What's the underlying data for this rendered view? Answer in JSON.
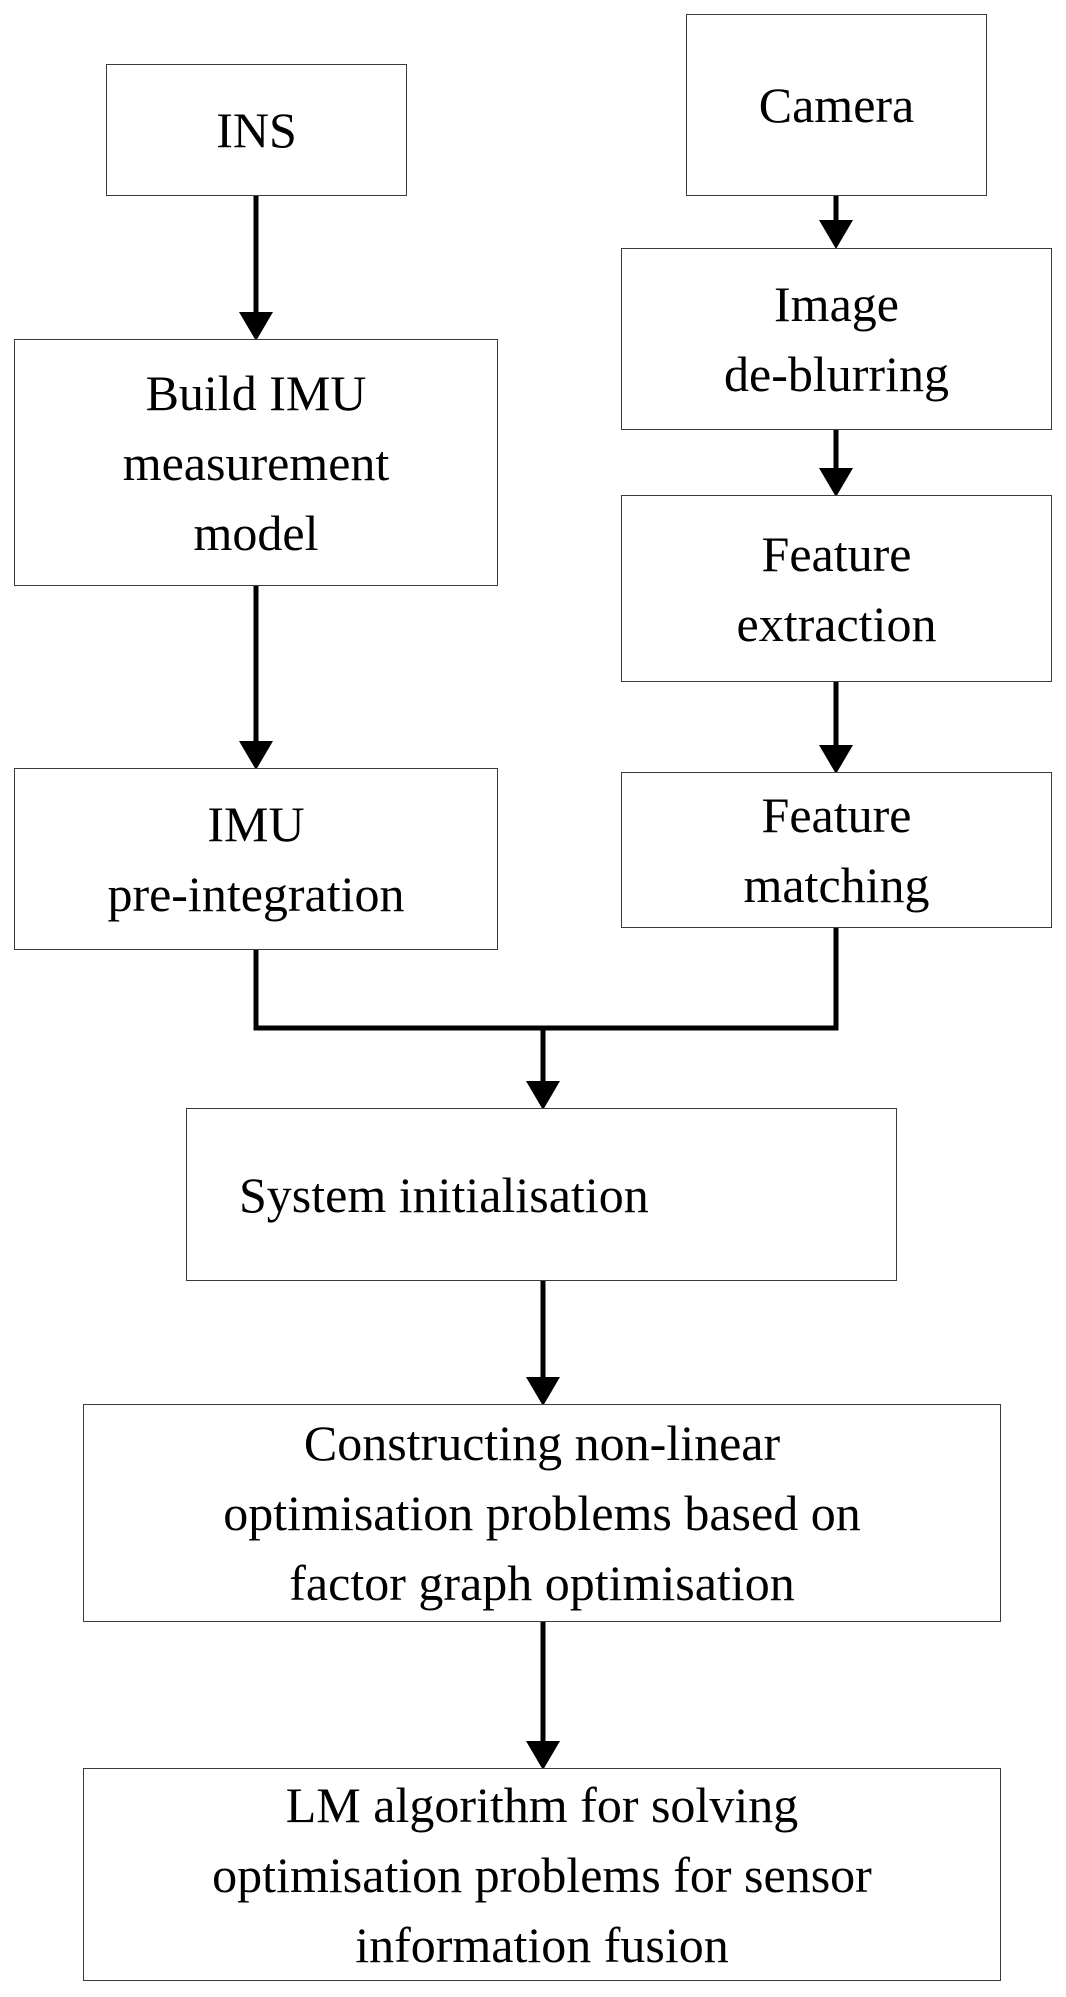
{
  "nodes": {
    "ins": [
      "INS"
    ],
    "camera": [
      "Camera"
    ],
    "build_imu": [
      "Build IMU",
      "measurement",
      "model"
    ],
    "image_deblurring": [
      "Image",
      "de-blurring"
    ],
    "feature_extraction": [
      "Feature",
      "extraction"
    ],
    "imu_preintegration": [
      "IMU",
      "pre-integration"
    ],
    "feature_matching": [
      "Feature",
      "matching"
    ],
    "system_init": [
      "System initialisation"
    ],
    "constructing": [
      "Constructing non-linear",
      "optimisation problems based on",
      "factor graph optimisation"
    ],
    "lm_algorithm": [
      "LM algorithm for solving",
      "optimisation problems for sensor",
      "information fusion"
    ]
  },
  "edges": [
    [
      "ins",
      "build_imu"
    ],
    [
      "build_imu",
      "imu_preintegration"
    ],
    [
      "camera",
      "image_deblurring"
    ],
    [
      "image_deblurring",
      "feature_extraction"
    ],
    [
      "feature_extraction",
      "feature_matching"
    ],
    [
      "imu_preintegration",
      "system_init"
    ],
    [
      "feature_matching",
      "system_init"
    ],
    [
      "system_init",
      "constructing"
    ],
    [
      "constructing",
      "lm_algorithm"
    ]
  ]
}
